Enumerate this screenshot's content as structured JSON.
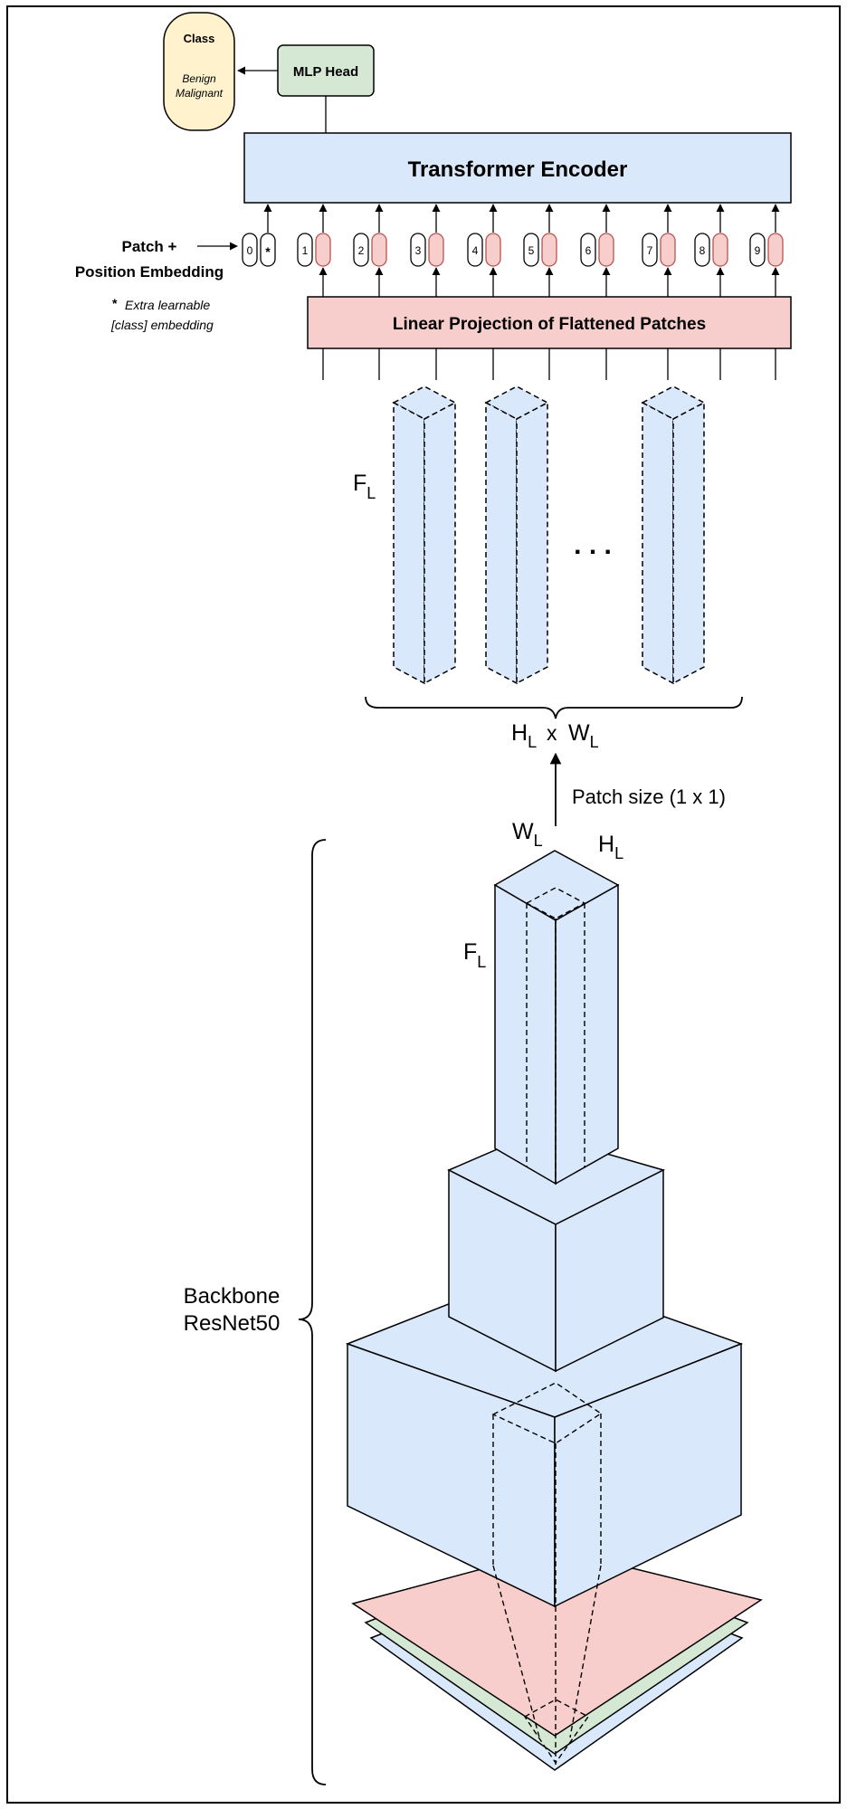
{
  "class_box": {
    "title": "Class",
    "line1": "Benign",
    "line2": "Malignant"
  },
  "mlp_head": "MLP Head",
  "transformer_encoder": "Transformer Encoder",
  "patch_embedding": {
    "line1": "Patch +",
    "line2": "Position Embedding"
  },
  "extra_note": {
    "star": "*",
    "line1": "Extra learnable",
    "line2": "[class] embedding"
  },
  "linear_projection": "Linear Projection of Flattened Patches",
  "tokens": [
    "0",
    "1",
    "2",
    "3",
    "4",
    "5",
    "6",
    "7",
    "8",
    "9"
  ],
  "class_token_mark": "*",
  "feature_labels": {
    "F": "F",
    "sub": "L",
    "H": "H",
    "W": "W",
    "x": "x"
  },
  "ellipsis": ". . .",
  "patch_size": "Patch size (1 x 1)",
  "backbone": {
    "line1": "Backbone",
    "line2": "ResNet50"
  },
  "colors": {
    "blue": "#dae8fc",
    "red": "#f8cecc",
    "red_stroke": "#b85450",
    "green": "#d5e8d4",
    "yellow": "#fff2cc"
  }
}
